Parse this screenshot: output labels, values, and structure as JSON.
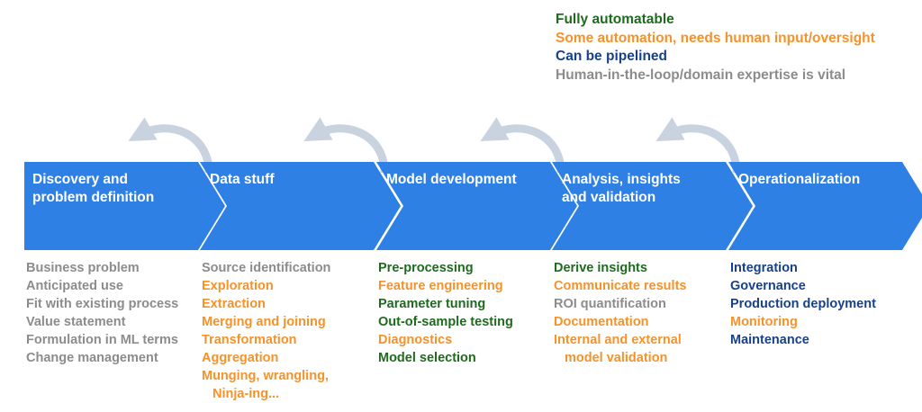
{
  "colors": {
    "green": "#1e6b1e",
    "orange": "#f5922a",
    "blue": "#17418a",
    "gray": "#8c8c8c",
    "chevron": "#2f80e4",
    "loop_arrow": "#c9d3e0"
  },
  "legend": [
    {
      "text": "Fully automatable",
      "color": "green"
    },
    {
      "text": "Some automation, needs human input/oversight",
      "color": "orange"
    },
    {
      "text": "Can be pipelined",
      "color": "blue"
    },
    {
      "text": "Human-in-the-loop/domain expertise is vital",
      "color": "gray"
    }
  ],
  "stages": [
    {
      "title": [
        "Discovery and",
        "problem definition"
      ],
      "items": [
        {
          "text": "Business problem",
          "color": "gray"
        },
        {
          "text": "Anticipated use",
          "color": "gray"
        },
        {
          "text": "Fit with existing process",
          "color": "gray"
        },
        {
          "text": "Value statement",
          "color": "gray"
        },
        {
          "text": "Formulation in ML terms",
          "color": "gray"
        },
        {
          "text": "Change management",
          "color": "gray"
        }
      ]
    },
    {
      "title": [
        "Data stuff"
      ],
      "items": [
        {
          "text": "Source identification",
          "color": "gray"
        },
        {
          "text": "Exploration",
          "color": "orange"
        },
        {
          "text": "Extraction",
          "color": "orange"
        },
        {
          "text": "Merging and joining",
          "color": "orange"
        },
        {
          "text": "Transformation",
          "color": "orange"
        },
        {
          "text": "Aggregation",
          "color": "orange"
        },
        {
          "text": "Munging, wrangling,",
          "color": "orange"
        },
        {
          "text": "Ninja-ing...",
          "color": "orange",
          "indent": true
        }
      ]
    },
    {
      "title": [
        "Model development"
      ],
      "items": [
        {
          "text": "Pre-processing",
          "color": "green"
        },
        {
          "text": "Feature engineering",
          "color": "orange"
        },
        {
          "text": "Parameter tuning",
          "color": "green"
        },
        {
          "text": "Out-of-sample testing",
          "color": "green"
        },
        {
          "text": "Diagnostics",
          "color": "orange"
        },
        {
          "text": "Model selection",
          "color": "green"
        }
      ]
    },
    {
      "title": [
        "Analysis, insights",
        "and validation"
      ],
      "items": [
        {
          "text": "Derive insights",
          "color": "green"
        },
        {
          "text": "Communicate results",
          "color": "orange"
        },
        {
          "text": "ROI quantification",
          "color": "gray"
        },
        {
          "text": "Documentation",
          "color": "orange"
        },
        {
          "text": "Internal and external",
          "color": "orange"
        },
        {
          "text": "model validation",
          "color": "orange",
          "indent": true
        }
      ]
    },
    {
      "title": [
        "Operationalization"
      ],
      "items": [
        {
          "text": "Integration",
          "color": "blue"
        },
        {
          "text": "Governance",
          "color": "blue"
        },
        {
          "text": "Production deployment",
          "color": "blue"
        },
        {
          "text": "Monitoring",
          "color": "orange"
        },
        {
          "text": "Maintenance",
          "color": "blue"
        }
      ]
    }
  ]
}
